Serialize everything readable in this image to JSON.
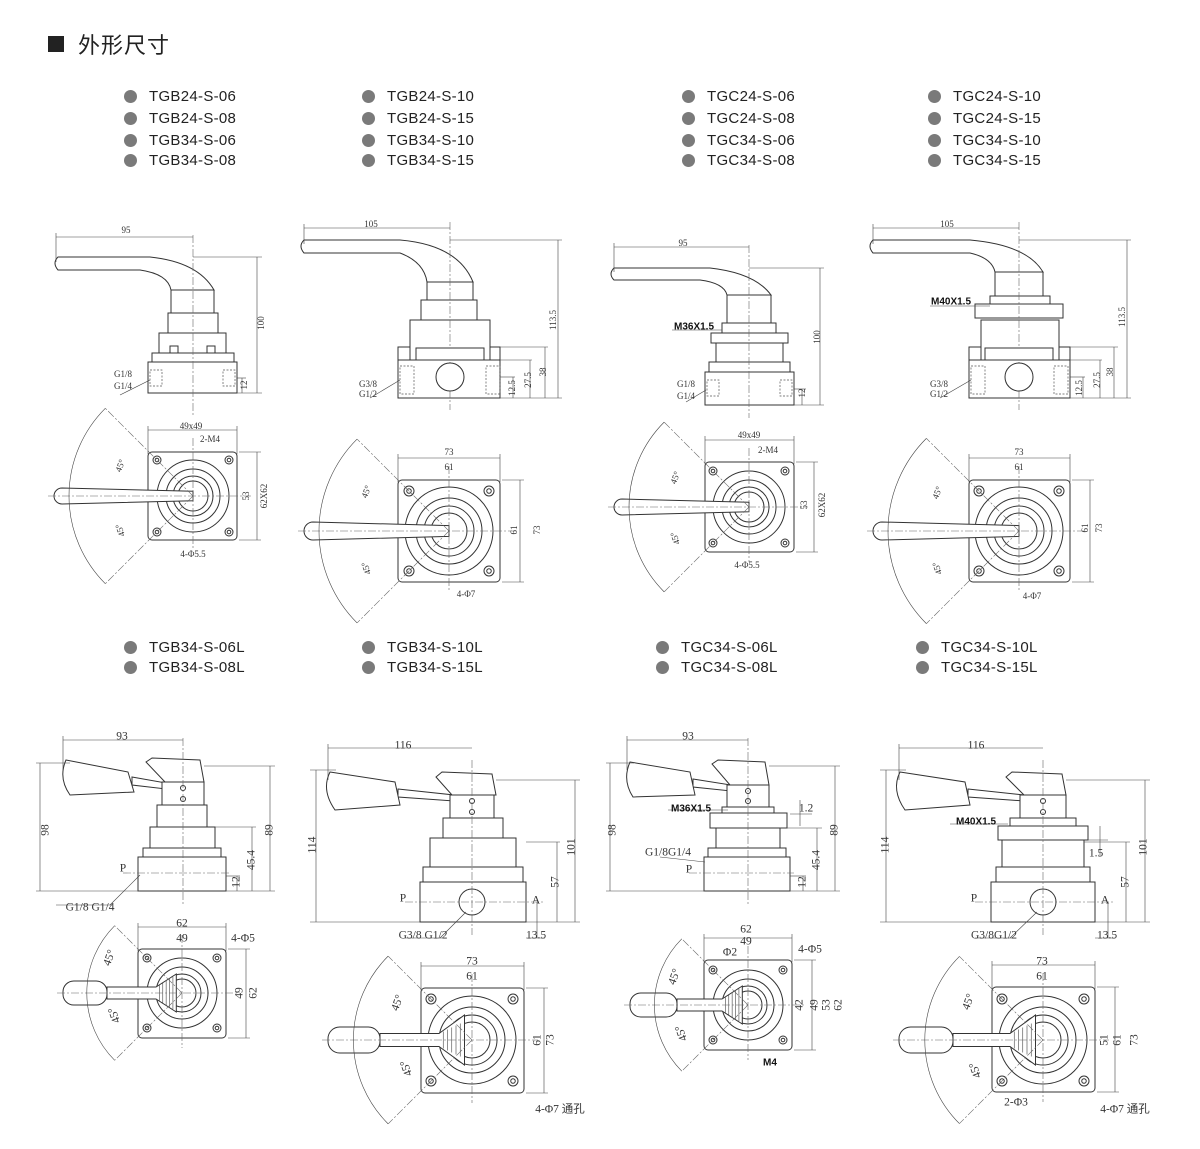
{
  "section": {
    "title": "外形尺寸"
  },
  "model_groups_top": [
    [
      "TGB24-S-06",
      "TGB24-S-08",
      "TGB34-S-06",
      "TGB34-S-08"
    ],
    [
      "TGB24-S-10",
      "TGB24-S-15",
      "TGB34-S-10",
      "TGB34-S-15"
    ],
    [
      "TGC24-S-06",
      "TGC24-S-08",
      "TGC34-S-06",
      "TGC34-S-08"
    ],
    [
      "TGC24-S-10",
      "TGC24-S-15",
      "TGC34-S-10",
      "TGC34-S-15"
    ]
  ],
  "model_groups_bottom": [
    [
      "TGB34-S-06L",
      "TGB34-S-08L"
    ],
    [
      "TGB34-S-10L",
      "TGB34-S-15L"
    ],
    [
      "TGC34-S-06L",
      "TGC34-S-08L"
    ],
    [
      "TGC34-S-10L",
      "TGC34-S-15L"
    ]
  ],
  "colors": {
    "bullet": "#7a7a7a",
    "line": "#333333"
  },
  "drawings": [
    {
      "labels": {
        "width": "95",
        "height": "100",
        "port": "G1/8",
        "port2": "G1/4",
        "port_height": "12",
        "pitch": "49x49",
        "thread_holes": "2-M4",
        "angle_top": "45°",
        "angle_bottom": "45°",
        "inner": "53",
        "outer": "62X62",
        "mount_holes": "4-Φ5.5"
      }
    },
    {
      "labels": {
        "width": "105",
        "height": "113.5",
        "h38": "38",
        "h27": "27.5",
        "h12": "12.5",
        "port": "G3/8",
        "port2": "G1/2",
        "outer_w": "73",
        "inner_w": "61",
        "inner_h": "61",
        "outer_h": "73",
        "angle_top": "45°",
        "angle_bottom": "45°",
        "mount_holes": "4-Φ7"
      }
    },
    {
      "labels": {
        "width": "95",
        "thread": "M36X1.5",
        "height": "100",
        "port_height": "12",
        "port": "G1/8",
        "port2": "G1/4",
        "pitch": "49x49",
        "thread_holes": "2-M4",
        "inner": "53",
        "outer": "62X62",
        "angle_top": "45°",
        "angle_bottom": "45°",
        "mount_holes": "4-Φ5.5"
      }
    },
    {
      "labels": {
        "width": "105",
        "thread": "M40X1.5",
        "height": "113.5",
        "h38": "38",
        "h27": "27.5",
        "h12": "12.5",
        "port": "G3/8",
        "port2": "G1/2",
        "outer_w": "73",
        "inner_w": "61",
        "inner_h": "61",
        "outer_h": "73",
        "angle_top": "45°",
        "angle_bottom": "45°",
        "mount_holes": "4-Φ7"
      }
    },
    {
      "labels": {
        "width": "93",
        "total": "98",
        "height": "89",
        "h45": "45.4",
        "port_height": "12",
        "p": "P",
        "port": "G1/8  G1/4",
        "outer_w": "62",
        "inner_w": "49",
        "mount_holes": "4-Φ5",
        "inner_h": "49",
        "outer_h": "62",
        "angle_top": "45°",
        "angle_bottom": "45°"
      }
    },
    {
      "labels": {
        "width": "116",
        "total": "114",
        "height": "101",
        "h57": "57",
        "offset": "13.5",
        "p": "P",
        "a": "A",
        "port": "G3/8 G1/2",
        "outer_w": "73",
        "inner_w": "61",
        "inner_h": "61",
        "outer_h": "73",
        "angle_top": "45°",
        "angle_bottom": "45°",
        "mount_holes": "4-Φ7 通孔"
      }
    },
    {
      "labels": {
        "width": "93",
        "thread": "M36X1.5",
        "gap": "1.2",
        "total": "98",
        "height": "89",
        "h45": "45.4",
        "port_height": "12",
        "port": "G1/8G1/4",
        "p": "P",
        "outer_w": "62",
        "inner_w": "49",
        "phi2": "Φ2",
        "mount_holes": "4-Φ5",
        "h42": "42",
        "inner_h": "49",
        "h53": "53",
        "outer_h": "62",
        "angle_top": "45°",
        "angle_bottom": "45°",
        "m4": "M4"
      }
    },
    {
      "labels": {
        "width": "116",
        "thread": "M40X1.5",
        "gap": "1.5",
        "total": "114",
        "height": "101",
        "h57": "57",
        "offset": "13.5",
        "p": "P",
        "a": "A",
        "port": "G3/8G1/2",
        "outer_w": "73",
        "inner_w": "61",
        "h51": "51",
        "inner_h": "61",
        "outer_h": "73",
        "angle_top": "45°",
        "angle_bottom": "45°",
        "holes2": "2-Φ3",
        "mount_holes": "4-Φ7 通孔"
      }
    }
  ]
}
